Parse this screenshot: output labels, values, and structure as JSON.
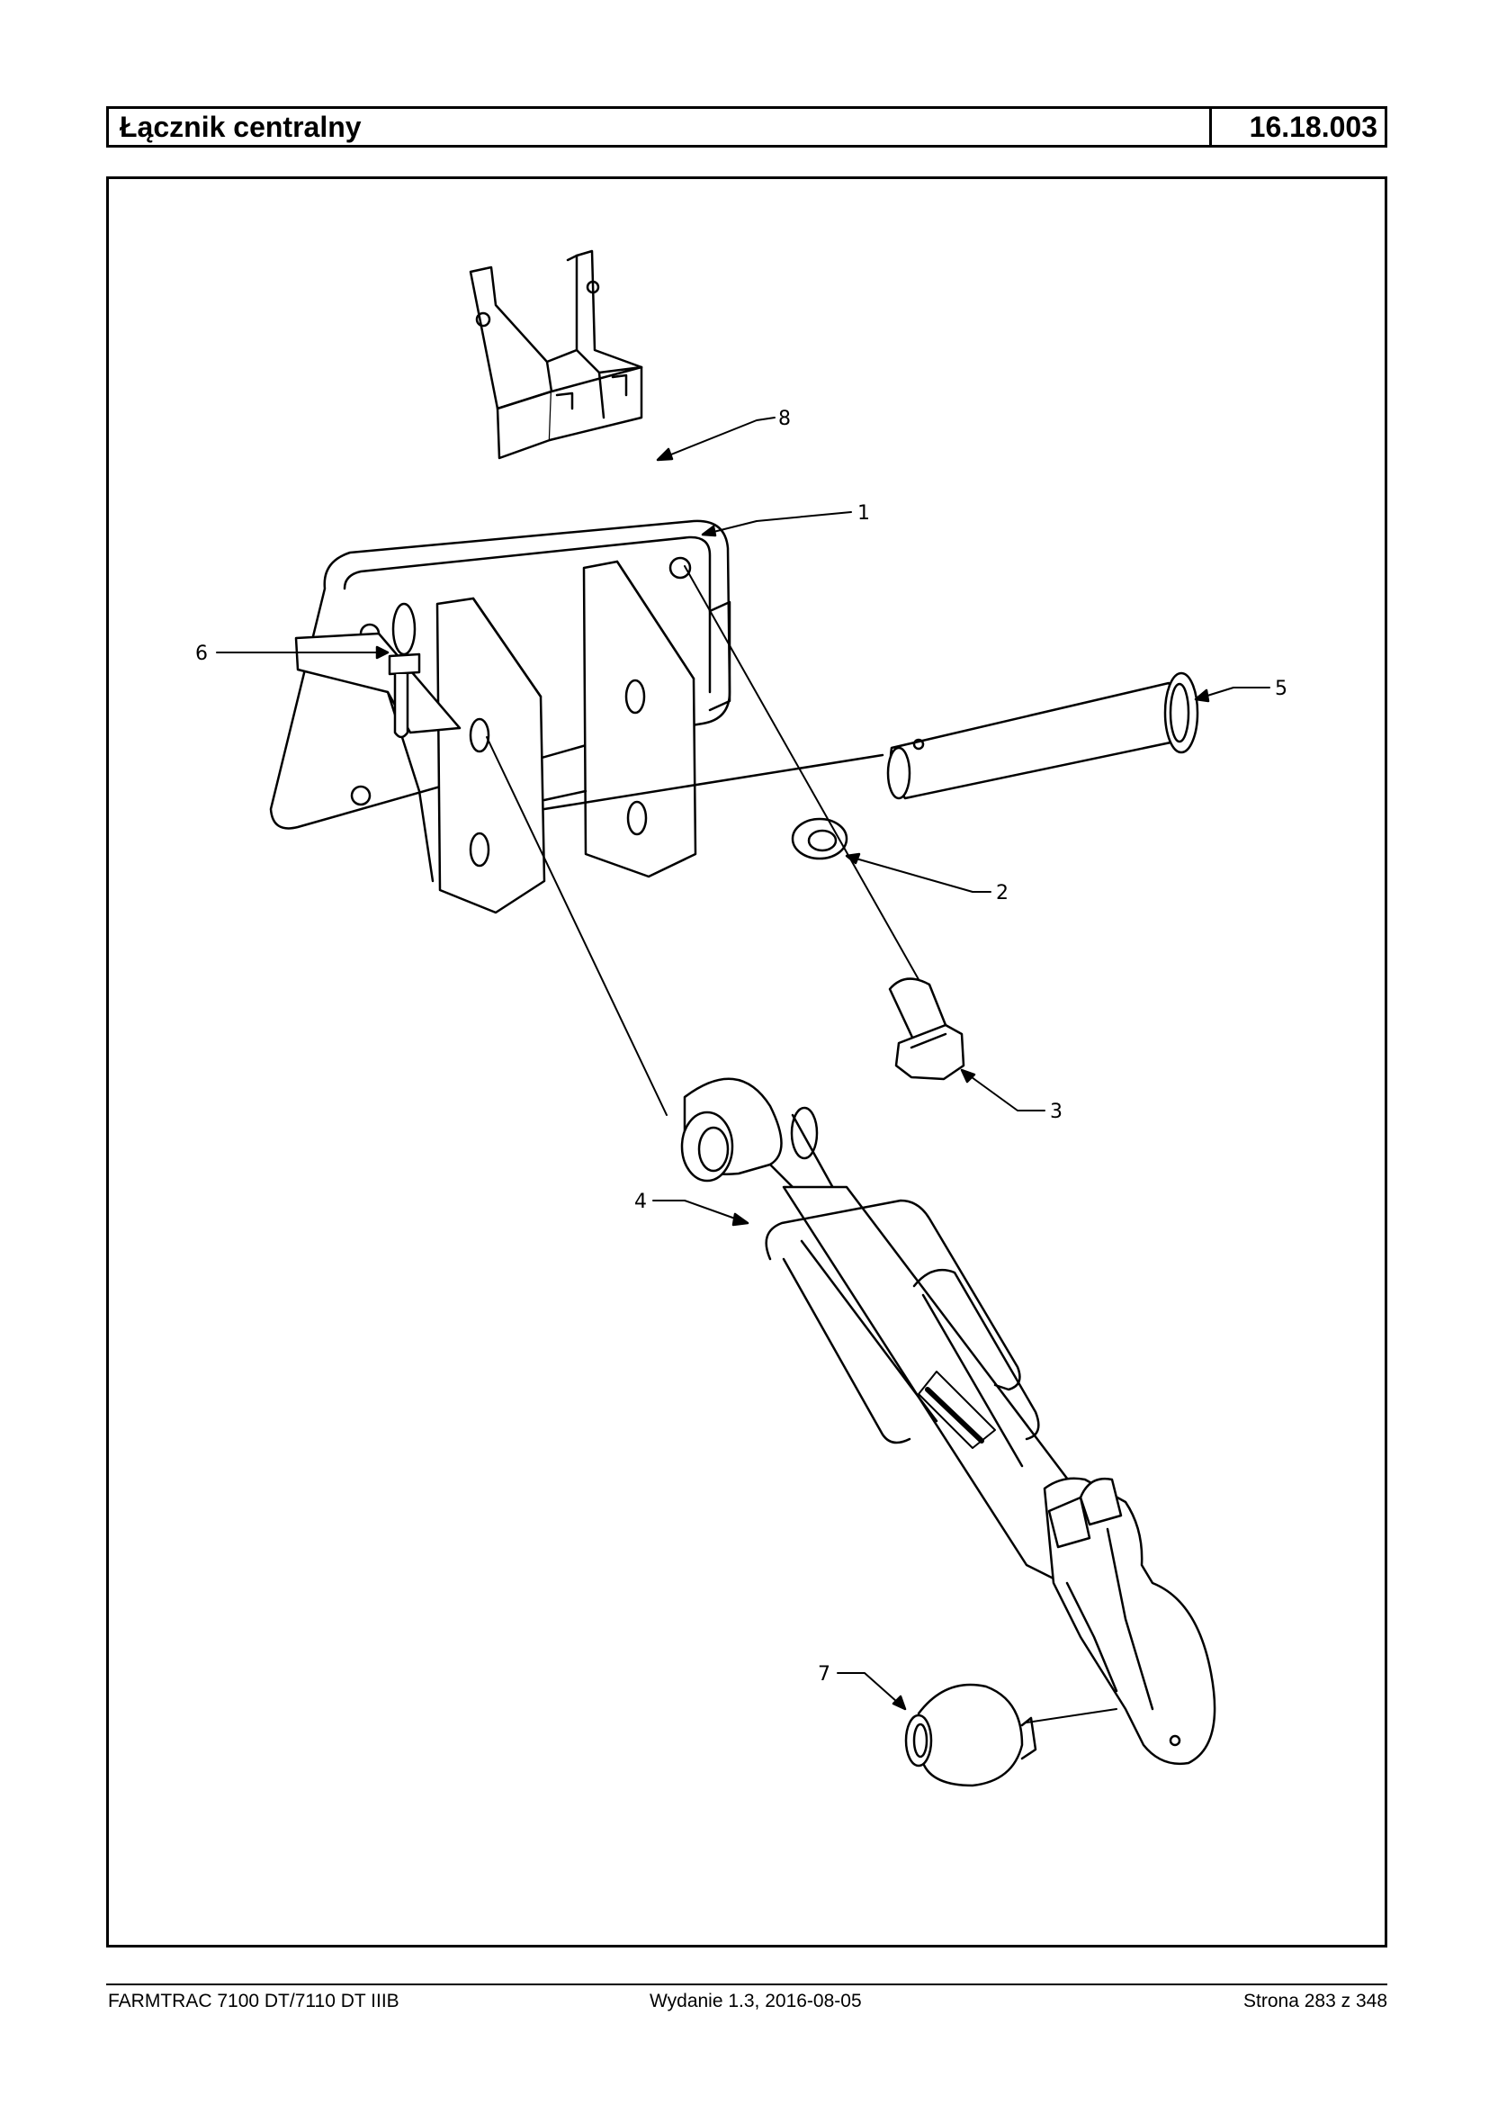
{
  "header": {
    "title": "Łącznik centralny",
    "code": "16.18.003"
  },
  "callouts": [
    {
      "id": "8",
      "label": "8"
    },
    {
      "id": "1",
      "label": "1"
    },
    {
      "id": "6",
      "label": "6"
    },
    {
      "id": "5",
      "label": "5"
    },
    {
      "id": "2",
      "label": "2"
    },
    {
      "id": "3",
      "label": "3"
    },
    {
      "id": "4",
      "label": "4"
    },
    {
      "id": "7",
      "label": "7"
    }
  ],
  "footer": {
    "model": "FARMTRAC 7100 DT/7110 DT IIIB",
    "edition": "Wydanie 1.3,  2016-08-05",
    "page": "Strona 283 z 348"
  }
}
